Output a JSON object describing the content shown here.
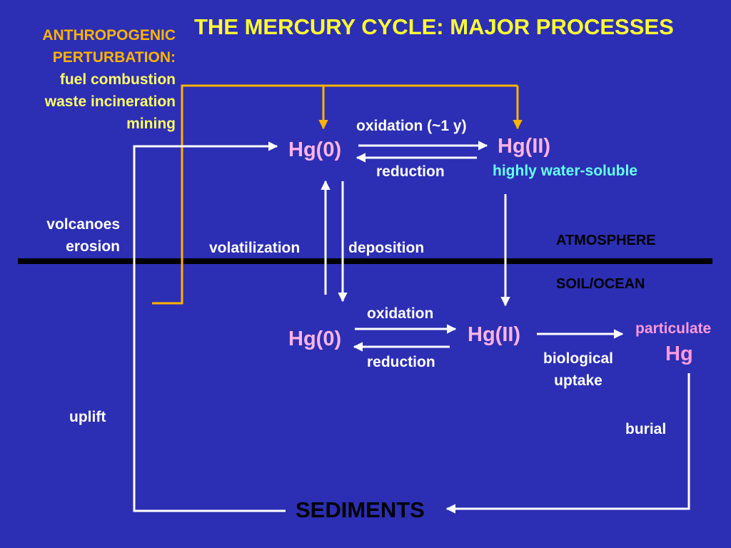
{
  "title": "THE MERCURY CYCLE: MAJOR PROCESSES",
  "anthropogenic": {
    "heading_line1": "ANTHROPOGENIC",
    "heading_line2": "PERTURBATION:",
    "sources": [
      "fuel combustion",
      "waste incineration",
      "mining"
    ]
  },
  "atmosphere": {
    "layer_label": "ATMOSPHERE",
    "hg0": "Hg(0)",
    "hg2": "Hg(II)",
    "hg2_note": "highly water-soluble",
    "oxidation": "oxidation (~1 y)",
    "reduction": "reduction"
  },
  "exchange": {
    "volatilization": "volatilization",
    "deposition": "deposition"
  },
  "natural_sources": {
    "line1": "volcanoes",
    "line2": "erosion"
  },
  "surface": {
    "layer_label": "SOIL/OCEAN",
    "hg0": "Hg(0)",
    "hg2": "Hg(II)",
    "oxidation": "oxidation",
    "reduction": "reduction",
    "uptake_line1": "biological",
    "uptake_line2": "uptake",
    "particulate_line1": "particulate",
    "particulate_line2": "Hg"
  },
  "sediment": {
    "label": "SEDIMENTS",
    "burial": "burial",
    "uplift": "uplift"
  },
  "colors": {
    "background": "#2c2fb3",
    "title": "#ffff33",
    "anthropogenic_arrow": "#ffb300",
    "natural_arrow": "#ffffff",
    "mercury_species": "#ffb3e6",
    "water_soluble": "#66ffee",
    "boundary_line": "#000000"
  }
}
